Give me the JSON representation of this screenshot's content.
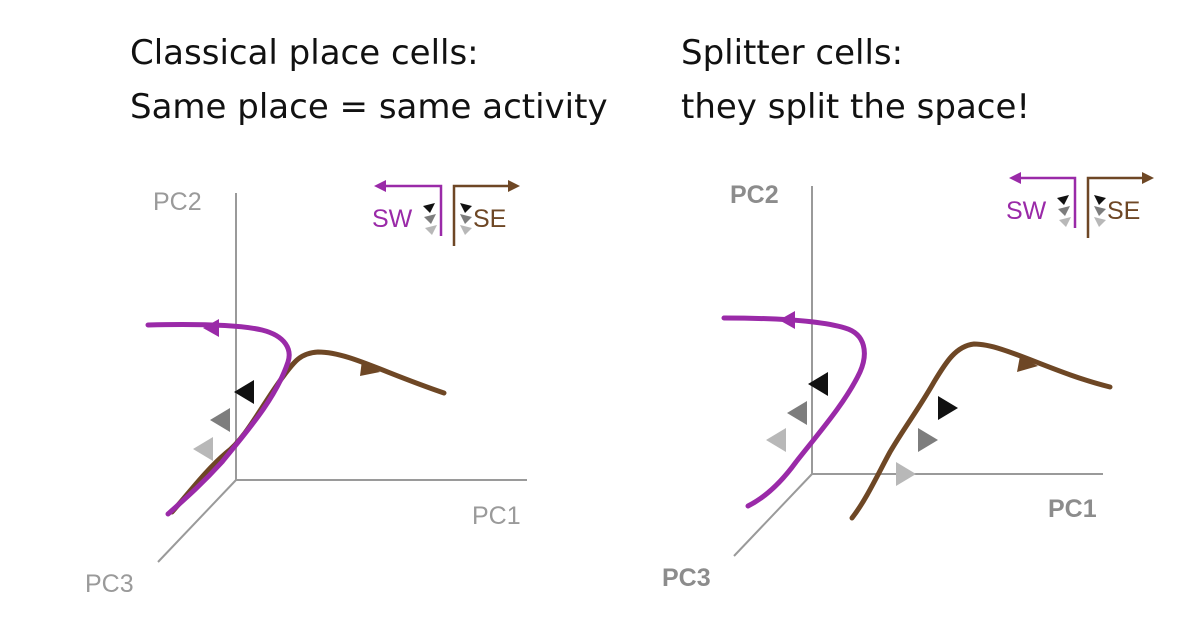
{
  "panels": [
    {
      "heading_line1": "Classical place cells:",
      "heading_line2": "Same place = same activity",
      "axes": {
        "y": "PC2",
        "x": "PC1",
        "z": "PC3"
      },
      "legend": {
        "left": "SW",
        "right": "SE"
      }
    },
    {
      "heading_line1": "Splitter cells:",
      "heading_line2": "they split the space!",
      "axes": {
        "y": "PC2",
        "x": "PC1",
        "z": "PC3"
      },
      "legend": {
        "left": "SW",
        "right": "SE"
      }
    }
  ],
  "colors": {
    "sw_trajectory": "#9a2aa8",
    "se_trajectory": "#6e4725",
    "axis": "#9a9a9a",
    "marker_dark": "#111111",
    "marker_mid": "#7d7d7d",
    "marker_light": "#b8b8b8"
  }
}
